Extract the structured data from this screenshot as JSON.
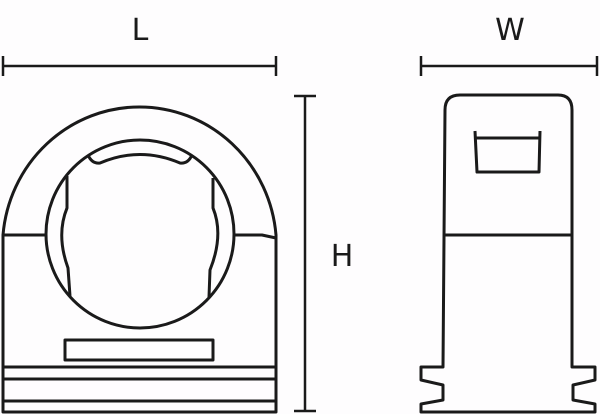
{
  "dimensions": {
    "length_label": "L",
    "width_label": "W",
    "height_label": "H"
  },
  "views": [
    "front-view",
    "side-view"
  ],
  "colors": {
    "line": "#1a1a1a",
    "background": "#fefdfe"
  }
}
